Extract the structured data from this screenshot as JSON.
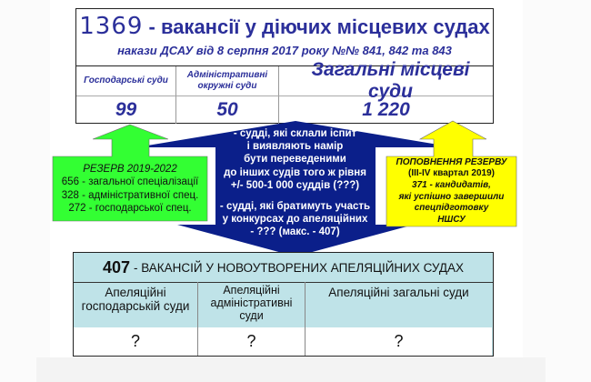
{
  "colors": {
    "title_blue": "#2b2f9a",
    "arrow_navy": "#0b1f8a",
    "arrow_green": "#33ff33",
    "arrow_yellow": "#ffff00",
    "table_teal": "#bfe3e8"
  },
  "top_table": {
    "title_number": "1369",
    "title_text": " - вакансії у діючих місцевих судах",
    "subtitle": "накази ДСАУ від 8 серпня 2017 року №№ 841, 842 та 843",
    "columns": [
      {
        "header": "Господарські суди",
        "value": "99"
      },
      {
        "header": "Адміністративні окружні суди",
        "value": "50"
      },
      {
        "header": "Загальні місцеві суди",
        "value": "1 220"
      }
    ]
  },
  "green_box": {
    "icon": "up-arrow-green",
    "title": "РЕЗЕРВ 2019-2022",
    "lines": [
      "656 - загальної спеціалізації",
      "328 - адміністративної спец.",
      "272 - господарської спец."
    ]
  },
  "blue_arrow": {
    "icon": "double-vertical-arrow-navy",
    "block1": [
      "- судді, які склали іспит",
      "і виявляють намір",
      "бути переведеними",
      "до інших судів того ж рівня",
      "+/- 500-1 000 суддів (???)"
    ],
    "block2": [
      "- судді, які братимуть участь",
      "у конкурсах до апеляційних",
      "- ??? (макс. - 407)"
    ]
  },
  "yellow_box": {
    "icon": "up-arrow-yellow",
    "title": "ПОПОВНЕННЯ РЕЗЕРВУ",
    "period": "(III-IV квартал 2019)",
    "lines": [
      "371 - кандидатів,",
      "які успішно завершили",
      "спецпідготовку",
      "НШСУ"
    ]
  },
  "bottom_table": {
    "title_number": "407",
    "title_text": "- ВАКАНСІЙ У НОВОУТВОРЕНИХ АПЕЛЯЦІЙНИХ СУДАХ",
    "columns": [
      {
        "header_lines": [
          "Апеляційні",
          "господарській суди"
        ],
        "value": "?"
      },
      {
        "header_lines": [
          "Апеляційні",
          "адміністративні",
          "суди"
        ],
        "value": "?"
      },
      {
        "header_lines": [
          "Апеляційні загальні суди"
        ],
        "value": "?"
      }
    ]
  }
}
